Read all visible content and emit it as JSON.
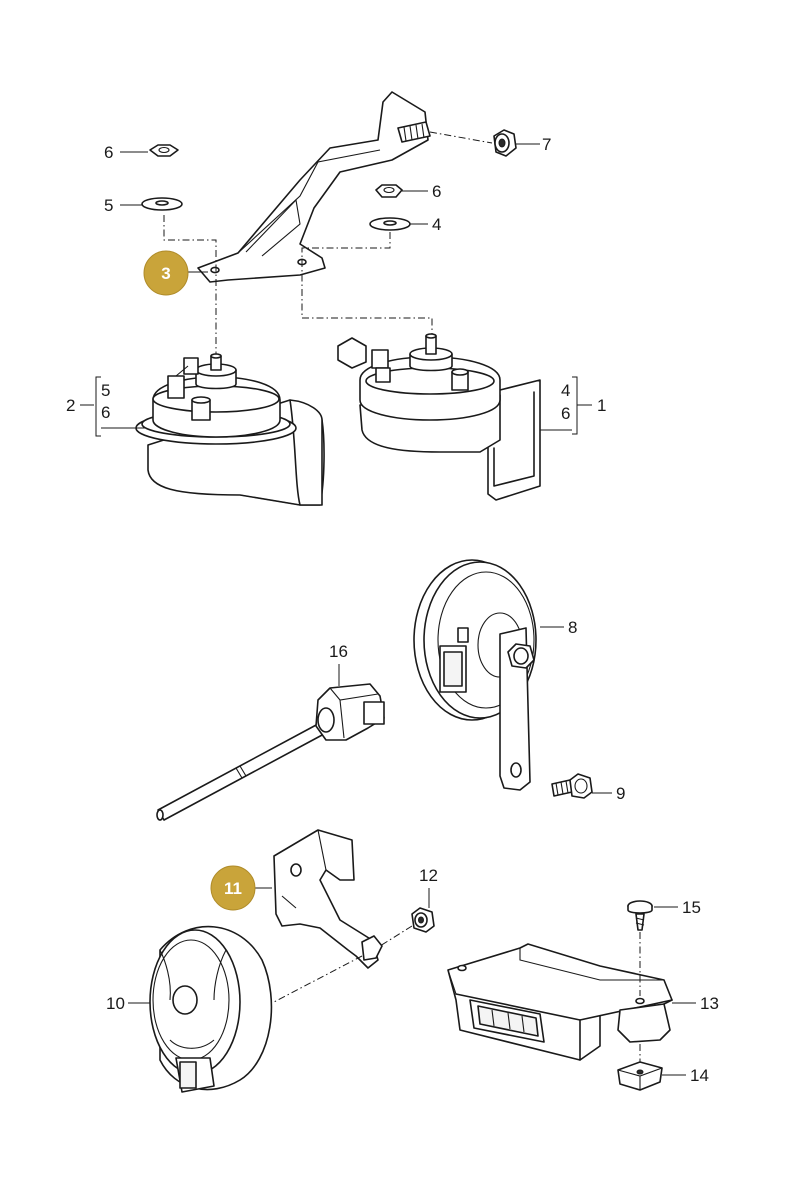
{
  "labels": {
    "p1": "1",
    "p2": "2",
    "p3": "3",
    "p4a": "4",
    "p4b": "4",
    "p5a": "5",
    "p5b": "5",
    "p6a": "6",
    "p6b": "6",
    "p6c": "6",
    "p6d": "6",
    "p7": "7",
    "p8": "8",
    "p9": "9",
    "p10": "10",
    "p11": "11",
    "p12": "12",
    "p13": "13",
    "p14": "14",
    "p15": "15",
    "p16": "16"
  },
  "colors": {
    "highlight_badge": "#c9a43a",
    "line": "#1a1a1a"
  }
}
